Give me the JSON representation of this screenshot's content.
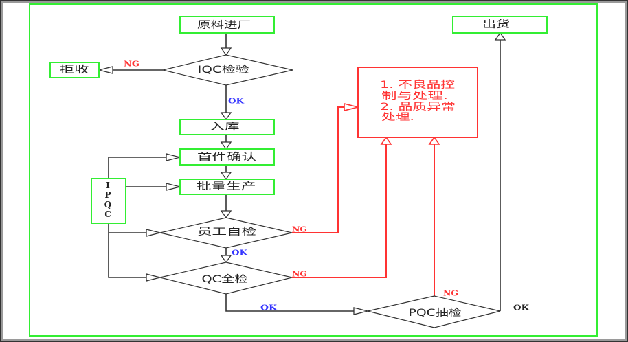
{
  "diagram": {
    "nodes": {
      "raw_material": "原料进厂",
      "iqc": "IQC检验",
      "reject": "拒收",
      "warehouse": "入库",
      "first_article": "首件确认",
      "mass_production": "批量生产",
      "self_inspection": "员工自检",
      "qc_full": "QC全检",
      "pqc": "PQC抽检",
      "shipment": "出货",
      "ipqc_letters": [
        "I",
        "P",
        "Q",
        "C"
      ],
      "nonconforming_lines": [
        "1. 不良品控",
        "制与处理.",
        "2. 品质异常",
        "处理."
      ]
    },
    "edge_labels": {
      "iqc_ng": "NG",
      "iqc_ok": "OK",
      "self_ng": "NG",
      "self_ok": "OK",
      "qc_ng": "NG",
      "qc_ok": "OK",
      "pqc_ng": "NG",
      "pqc_ok": "OK"
    },
    "colors": {
      "green": "#33ee33",
      "red": "#ff3333",
      "blue": "#3333ff",
      "line": "#333333"
    }
  }
}
